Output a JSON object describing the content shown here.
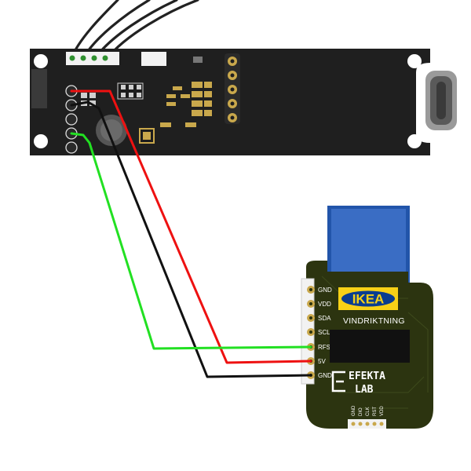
{
  "diagram": {
    "sensor_board": {
      "color": "#1f1f1f",
      "usb_port": "usb-c-connector"
    },
    "adapter_board": {
      "color": "#2c3410",
      "logo_text": "IKEA",
      "product_text": "VINDRIKTNING",
      "brand_line1": "EFEKTA",
      "brand_line2": "LAB",
      "pins": [
        "GND",
        "VDD",
        "SDA",
        "SCL",
        "RFST",
        "5V",
        "GND"
      ],
      "bottom_pads": [
        "GND",
        "DIO",
        "CLK",
        "RST",
        "VDD"
      ]
    },
    "wires": [
      {
        "name": "RFST",
        "color": "#22e022"
      },
      {
        "name": "5V",
        "color": "#ee1111"
      },
      {
        "name": "GND",
        "color": "#111111"
      }
    ],
    "cable_color": "#222222",
    "flex_ribbon_color": "#2255aa"
  }
}
